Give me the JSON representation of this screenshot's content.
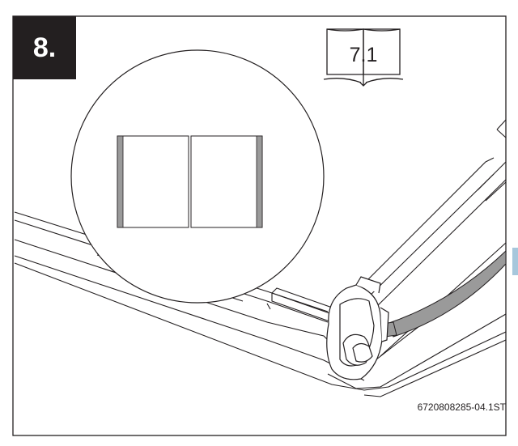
{
  "step": {
    "number": "8."
  },
  "reference": {
    "section": "7.1",
    "icon": "book-icon"
  },
  "figure": {
    "code": "6720808285-04.1ST"
  },
  "colors": {
    "badge": "#231f20",
    "line": "#231f20",
    "gray": "#9a9a9a",
    "tab": "#a7c7dc"
  }
}
